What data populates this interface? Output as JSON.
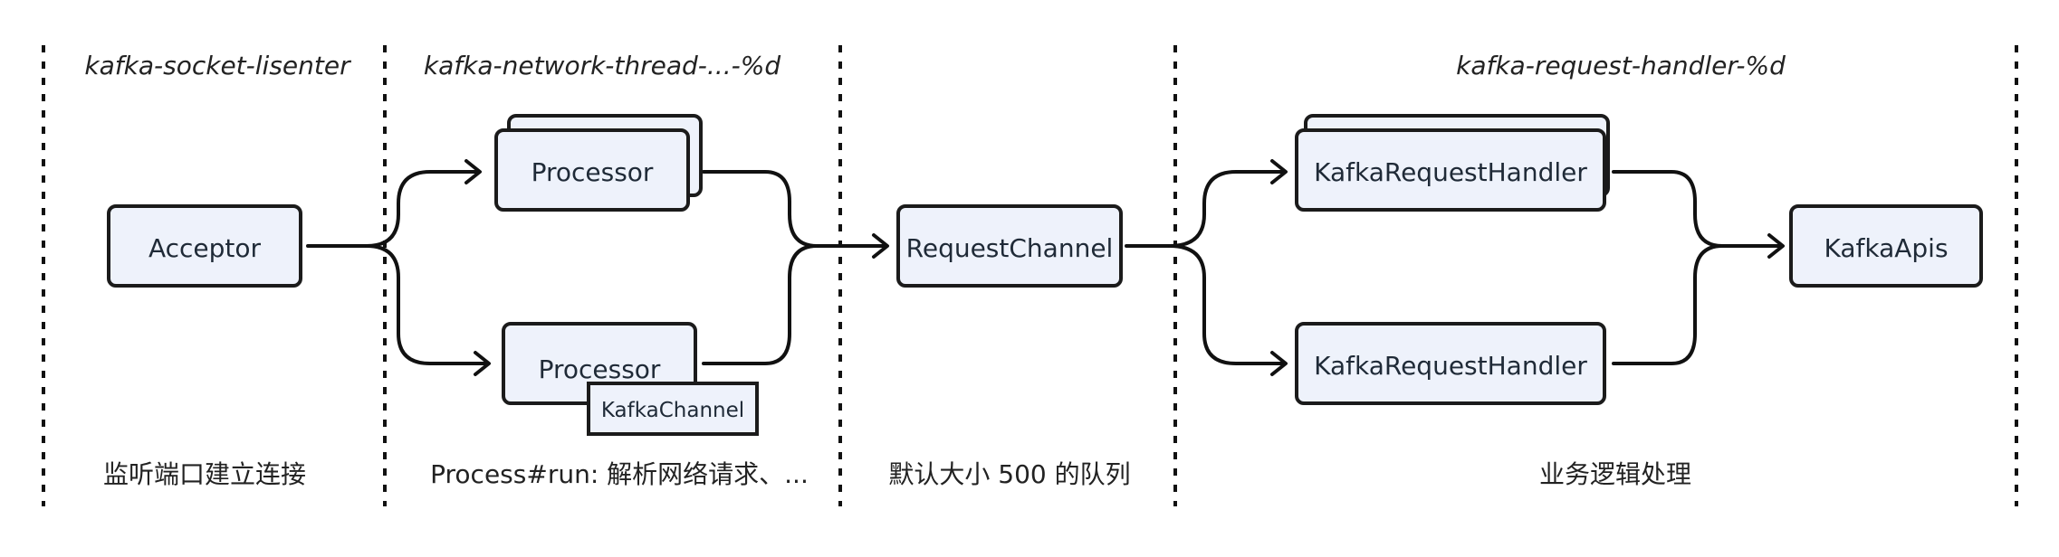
{
  "lanes": {
    "listener": {
      "title": "kafka-socket-lisenter",
      "description": "监听端口建立连接"
    },
    "network": {
      "title": "kafka-network-thread-...-%d",
      "description": "Process#run: 解析网络请求、..."
    },
    "channel": {
      "title": "",
      "description": "默认大小 500 的队列"
    },
    "handler": {
      "title": "kafka-request-handler-%d",
      "description": "业务逻辑处理"
    }
  },
  "nodes": {
    "acceptor": "Acceptor",
    "processor_top": "Processor",
    "processor_bottom": "Processor",
    "kafka_channel": "KafkaChannel",
    "request_channel": "RequestChannel",
    "handler_top": "KafkaRequestHandler",
    "handler_bottom": "KafkaRequestHandler",
    "kafka_apis": "KafkaApis"
  }
}
